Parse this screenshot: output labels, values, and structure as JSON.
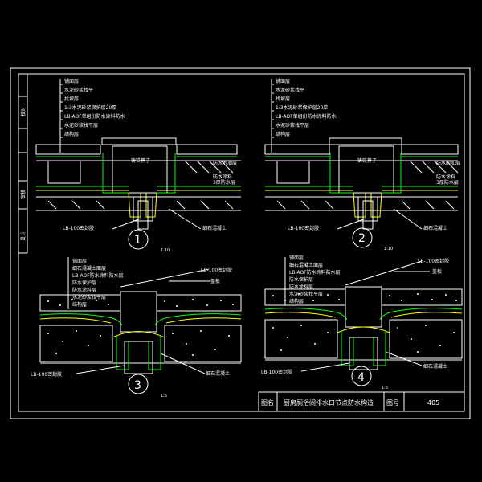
{
  "side_labels": [
    "校对",
    "审核",
    "设计"
  ],
  "details": [
    {
      "number": "1",
      "scale": "1:10",
      "layers": [
        "铺面层",
        "水泥砂浆找平",
        "找坡层",
        "1:3水泥砂浆保护层20厚",
        "LB-AOF单组份防水涂料防水",
        "水泥砂浆找平层",
        "结构层"
      ],
      "callout_center": "铸铁箅子",
      "callout_right_1": "防水附加层",
      "callout_right_2": "防水涂料",
      "callout_right_3": "3厚防水层",
      "callout_pipe": "LB-100密封胶",
      "callout_bottom": "细石混凝土"
    },
    {
      "number": "2",
      "scale": "1:10",
      "layers": [
        "铺面层",
        "水泥砂浆找平",
        "找坡层",
        "1:3水泥砂浆保护层20厚",
        "LB-AOF单组份防水涂料防水",
        "水泥砂浆找平层",
        "结构层"
      ],
      "callout_center": "铸铁箅子",
      "callout_right_1": "防水附加层",
      "callout_right_2": "防水涂料",
      "callout_right_3": "3厚防水层",
      "callout_pipe": "LB-100密封胶",
      "callout_bottom": "细石混凝土"
    },
    {
      "number": "3",
      "scale": "1:5",
      "layers": [
        "铺面层",
        "细石混凝土面层",
        "LB-AOF防水涂料防水层",
        "防水保护层",
        "防水涂料层",
        "水泥砂浆找平层",
        "结构层"
      ],
      "callout_top": "LB-100密封胶",
      "callout_right": "盖板",
      "callout_pipe": "LB-100密封胶",
      "callout_bottom": "细石混凝土"
    },
    {
      "number": "4",
      "scale": "1:5",
      "layers": [
        "铺面层",
        "细石混凝土面层",
        "LB-AOF防水涂料防水层",
        "防水保护层",
        "防水涂料层",
        "水泥砂浆找平层",
        "结构层"
      ],
      "callout_top": "LB-100密封胶",
      "callout_right": "盖板",
      "callout_pipe": "LB-100密封胶",
      "callout_bottom": "细石混凝土"
    }
  ],
  "title_block": {
    "name_label": "图名",
    "name_value": "厨房厕浴间排水口节点防水构造",
    "number_label": "图号",
    "number_value": "405"
  },
  "colors": {
    "background": "#000000",
    "line": "#ffffff",
    "layer": "#00ff00",
    "waterproof": "#ffff00",
    "note": "#ff00ff"
  }
}
